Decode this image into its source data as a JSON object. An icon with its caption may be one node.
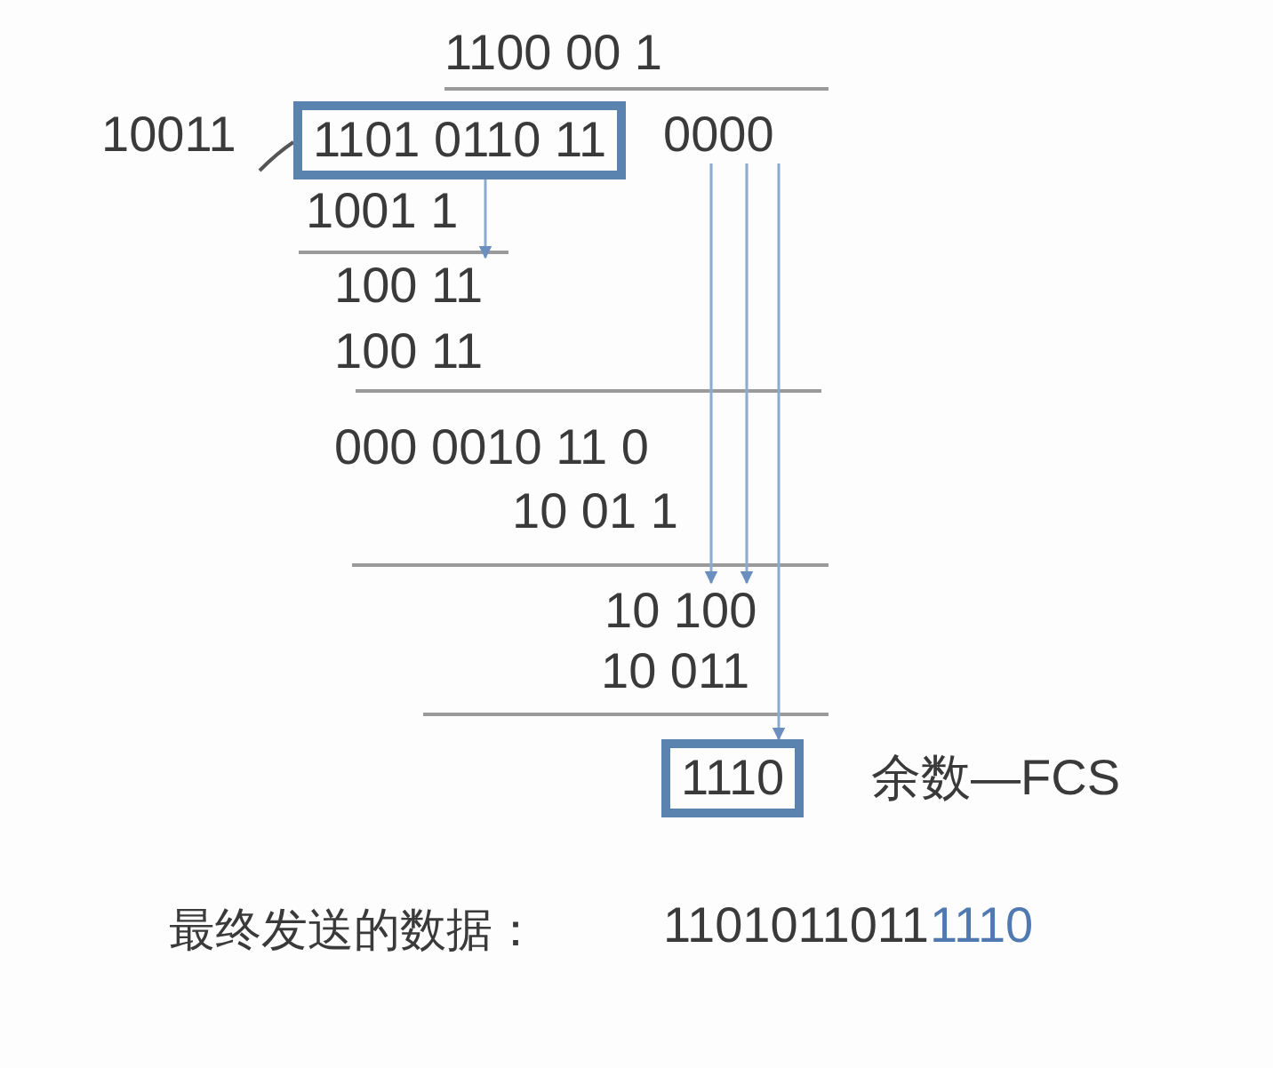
{
  "diagram": {
    "nodes": [
      {
        "text": [
          "1101 0110 11"
        ]
      },
      {
        "text": [
          "0000"
        ]
      },
      {
        "text": [
          "100 11"
        ]
      },
      {
        "text": [
          "10 100"
        ]
      },
      {
        "text": [
          "1110"
        ],
        "beside": [
          "余数—FCS"
        ]
      }
    ],
    "edges": [
      {
        "from": 0,
        "to": 2,
        "arrow": "to"
      },
      {
        "from": 1,
        "to": 3,
        "arrow": "to"
      },
      {
        "from": 1,
        "to": 3,
        "arrow": "to"
      },
      {
        "from": 1,
        "to": 4,
        "arrow": "to"
      }
    ],
    "labels": [
      "1100 00 1",
      "10011",
      "1001 1",
      "100 11",
      "000 0010 11 0",
      "10 01 1",
      "10 011",
      "最终发送的数据：",
      "1101011011",
      "1110"
    ]
  }
}
